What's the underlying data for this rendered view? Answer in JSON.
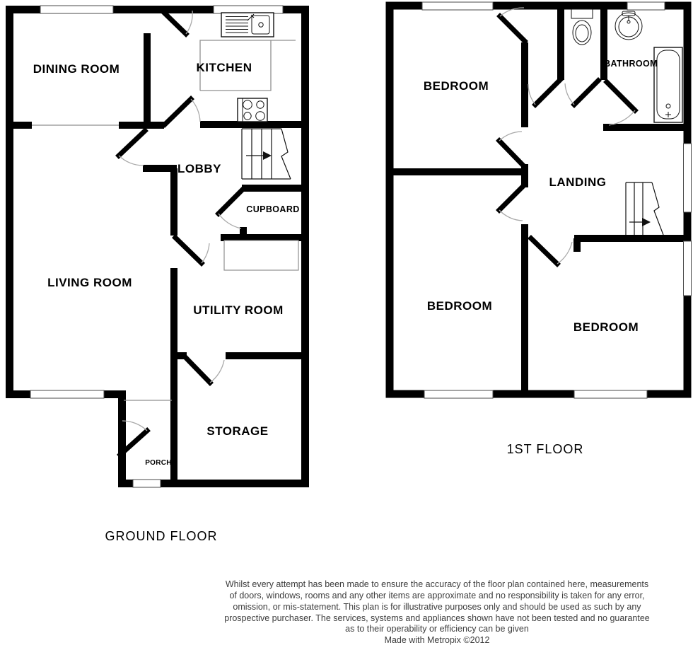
{
  "ground_floor": {
    "caption": "GROUND FLOOR",
    "rooms": {
      "dining_room": "DINING ROOM",
      "kitchen": "KITCHEN",
      "lobby": "LOBBY",
      "cupboard": "CUPBOARD",
      "living_room": "LIVING ROOM",
      "utility_room": "UTILITY ROOM",
      "storage": "STORAGE",
      "porch": "PORCH"
    }
  },
  "first_floor": {
    "caption": "1ST FLOOR",
    "rooms": {
      "bedroom_front": "BEDROOM",
      "bathroom": "BATHROOM",
      "landing": "LANDING",
      "bedroom_left": "BEDROOM",
      "bedroom_right": "BEDROOM"
    }
  },
  "footer": {
    "disclaimer_lines": [
      "Whilst every attempt has been made to ensure the accuracy of the floor plan contained here, measurements",
      "of doors, windows, rooms and any other items are approximate and no responsibility is taken for any error,",
      "omission, or mis-statement. This plan is for illustrative purposes only and should be used as such by any",
      "prospective purchaser. The services, systems and appliances shown have not been tested and no guarantee",
      "as to their operability or efficiency can be given"
    ],
    "credit": "Made with Metropix ©2012"
  },
  "colors": {
    "wall": "#000000",
    "thin_line": "#8f8f8f",
    "door_arc": "#a9a9a9",
    "label_text": "#000000",
    "footer_text": "#3d3d3d",
    "background": "#ffffff"
  }
}
